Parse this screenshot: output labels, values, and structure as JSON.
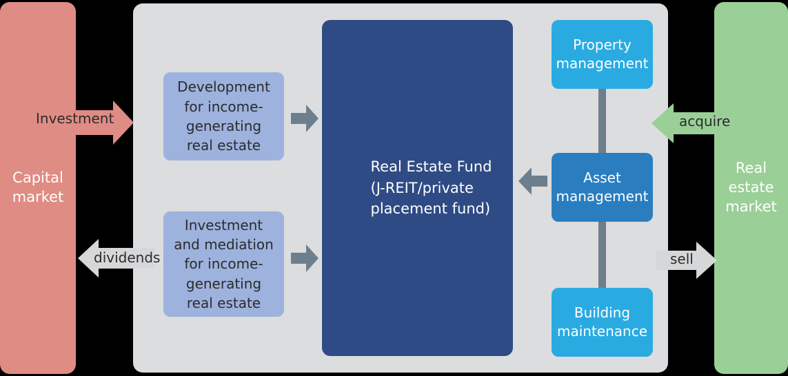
{
  "diagram": {
    "title": "Real estate fund structure diagram",
    "colors": {
      "capital_market": "#df8c84",
      "real_estate_market": "#9acf97",
      "center_panel": "#dcdddf",
      "fund": "#2f4b85",
      "development": "#9db2dd",
      "property_management": "#29abe2",
      "asset_management": "#2a7ec0",
      "building_maintenance": "#29abe2",
      "arrow_gray": "#6d7f8c",
      "arrow_light_gray": "#d6d7d9"
    }
  },
  "left_market": {
    "label": "Capital\nmarket"
  },
  "right_market": {
    "label": "Real\nestate\nmarket"
  },
  "boxes": {
    "development": {
      "label": "Development\nfor income-\ngenerating\nreal estate"
    },
    "investment_mediation": {
      "label": "Investment\nand mediation\nfor income-\ngenerating\nreal estate"
    },
    "fund": {
      "label": "Real Estate Fund\n(J-REIT/private\nplacement fund)"
    },
    "property_management": {
      "label": "Property\nmanagement"
    },
    "asset_management": {
      "label": "Asset\nmanagement"
    },
    "building_maintenance": {
      "label": "Building\nmaintenance"
    }
  },
  "arrows": {
    "investment": {
      "label": "Investment",
      "direction": "right",
      "color": "#df8c84"
    },
    "dividends": {
      "label": "dividends",
      "direction": "left",
      "color": "#d6d7d9"
    },
    "acquire": {
      "label": "acquire",
      "direction": "left",
      "color": "#9acf97"
    },
    "sell": {
      "label": "sell",
      "direction": "right",
      "color": "#d6d7d9"
    },
    "development_to_fund": {
      "label": "",
      "direction": "right",
      "color": "#6d7f8c"
    },
    "investment_to_fund": {
      "label": "",
      "direction": "right",
      "color": "#6d7f8c"
    },
    "asset_to_fund": {
      "label": "",
      "direction": "left",
      "color": "#6d7f8c"
    }
  }
}
